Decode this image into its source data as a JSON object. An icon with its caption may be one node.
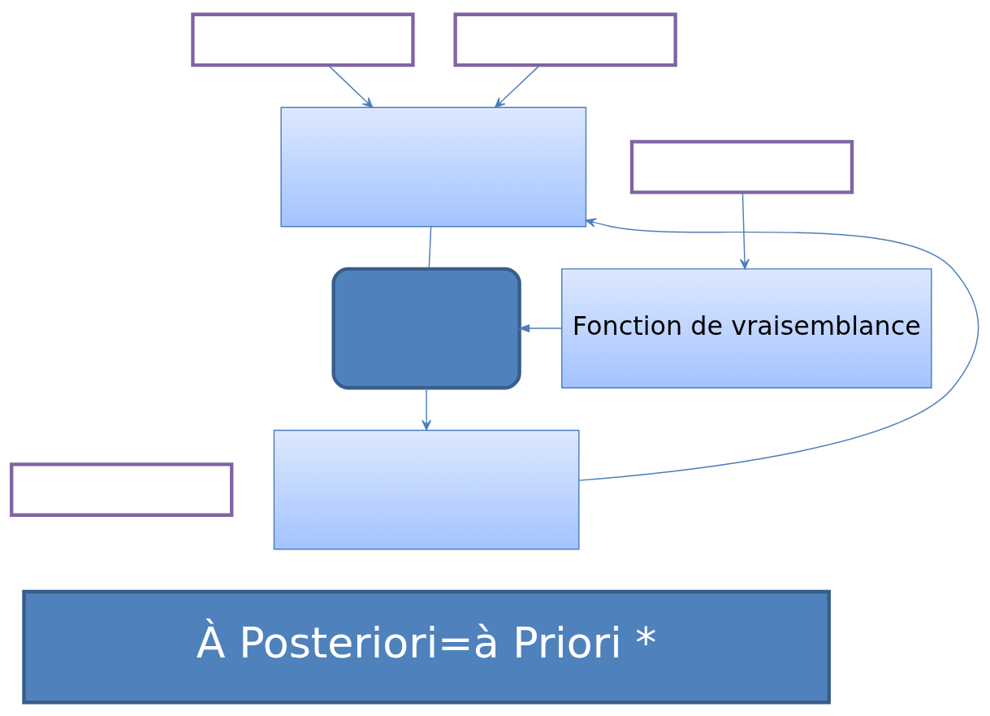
{
  "diagram": {
    "nodes": [
      {
        "text": [],
        "shape": "box"
      },
      {
        "text": [],
        "shape": "box"
      },
      {
        "text": [],
        "shape": "box"
      },
      {
        "text": [],
        "shape": "box"
      },
      {
        "text": [],
        "shape": "box"
      },
      {
        "text": [
          "Fonction de vraisemblance"
        ]
      },
      {
        "text": [],
        "shape": "box"
      },
      {
        "text": [],
        "shape": "box"
      },
      {
        "text": [
          "À Posteriori=à Priori *"
        ]
      }
    ],
    "edges": [
      {
        "from": 0,
        "to": 2,
        "arrow": "to"
      },
      {
        "from": 1,
        "to": 2,
        "arrow": "to"
      },
      {
        "from": 3,
        "to": 5,
        "arrow": "to"
      },
      {
        "from": 5,
        "to": 4,
        "arrow": "to"
      },
      {
        "from": 2,
        "to": 4,
        "arrow": "none"
      },
      {
        "from": 4,
        "to": 7,
        "arrow": "to"
      },
      {
        "from": 7,
        "to": 2,
        "arrow": "to"
      }
    ]
  }
}
